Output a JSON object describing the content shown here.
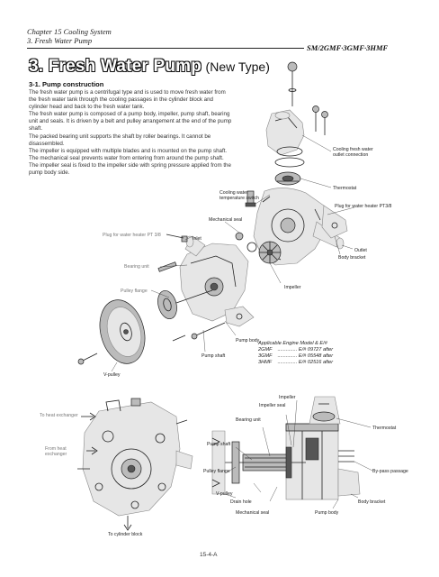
{
  "header": {
    "chapter": "Chapter 15 Cooling System",
    "section": "3. Fresh Water Pump",
    "models": "SM/2GMF·3GMF·3HMF"
  },
  "title": {
    "main": "3. Fresh Water Pump",
    "sub": "(New Type)"
  },
  "construction": {
    "heading": "3-1. Pump construction",
    "paragraphs": [
      "The fresh water pump is a centrifugal type and is used to move fresh water from the fresh water tank through the cooling passages in the cylinder block and cylinder head and back to the fresh water tank.",
      "The fresh water pump is composed of a pump body, impeller, pump shaft, bearing unit and seals. It is driven by a belt and pulley arrangement at the end of the pump shaft.",
      "The packed bearing unit supports the shaft by roller bearings. It cannot be disassembled.",
      "The impeller is equipped with multiple blades and is mounted on the pump shaft.",
      "The mechanical seal prevents water from entering from around the pump shaft. The impeller seal is fixed to the impeller side with spring pressure applied from the pump body side."
    ]
  },
  "exploded_labels": {
    "cooling_outlet": "Cooling fresh water\noutlet connection",
    "thermostat": "Thermostat",
    "plug_pt38_right": "Plug for water heater PT3/8",
    "temp_switch": "Cooling water\ntemperature switch",
    "mech_seal": "Mechanical seal",
    "plug_pt38_left": "Plug for water heater PT 3/8",
    "inlet": "Inlet",
    "bearing_unit": "Bearing unit",
    "outlet": "Outlet",
    "pulley_flange": "Pulley flange",
    "body_bracket": "Body bracket",
    "impeller": "Impeller",
    "pump_body": "Pump body",
    "pump_shaft": "Pump shaft",
    "v_pulley": "V-pulley"
  },
  "applicable": {
    "heading": "Applicable Engine Model & E/#",
    "rows": [
      {
        "model": "2GMF",
        "value": "E/# 09727 after"
      },
      {
        "model": "3GMF",
        "value": "E/# 05548 after"
      },
      {
        "model": "3HMF",
        "value": "E/# 02516 after"
      }
    ]
  },
  "front_view_labels": {
    "to_heat_exchanger": "To heat exchanger",
    "from_heat_exchanger": "From heat\nexchanger",
    "to_cylinder_block": "To cylinder block"
  },
  "section_labels": {
    "impeller": "Impeller",
    "impeller_seal": "Impeller seal",
    "bearing_unit": "Bearing unit",
    "thermostat": "Thermostat",
    "pump_shaft": "Pump shaft",
    "pulley_flange": "Pulley flange",
    "bypass": "By-pass passage",
    "v_pulley": "V-pulley",
    "drain_hole": "Drain hole",
    "body_bracket": "Body bracket",
    "mech_seal": "Mechanical seal",
    "pump_body": "Pump body"
  },
  "footer": {
    "page": "15-4-A"
  }
}
